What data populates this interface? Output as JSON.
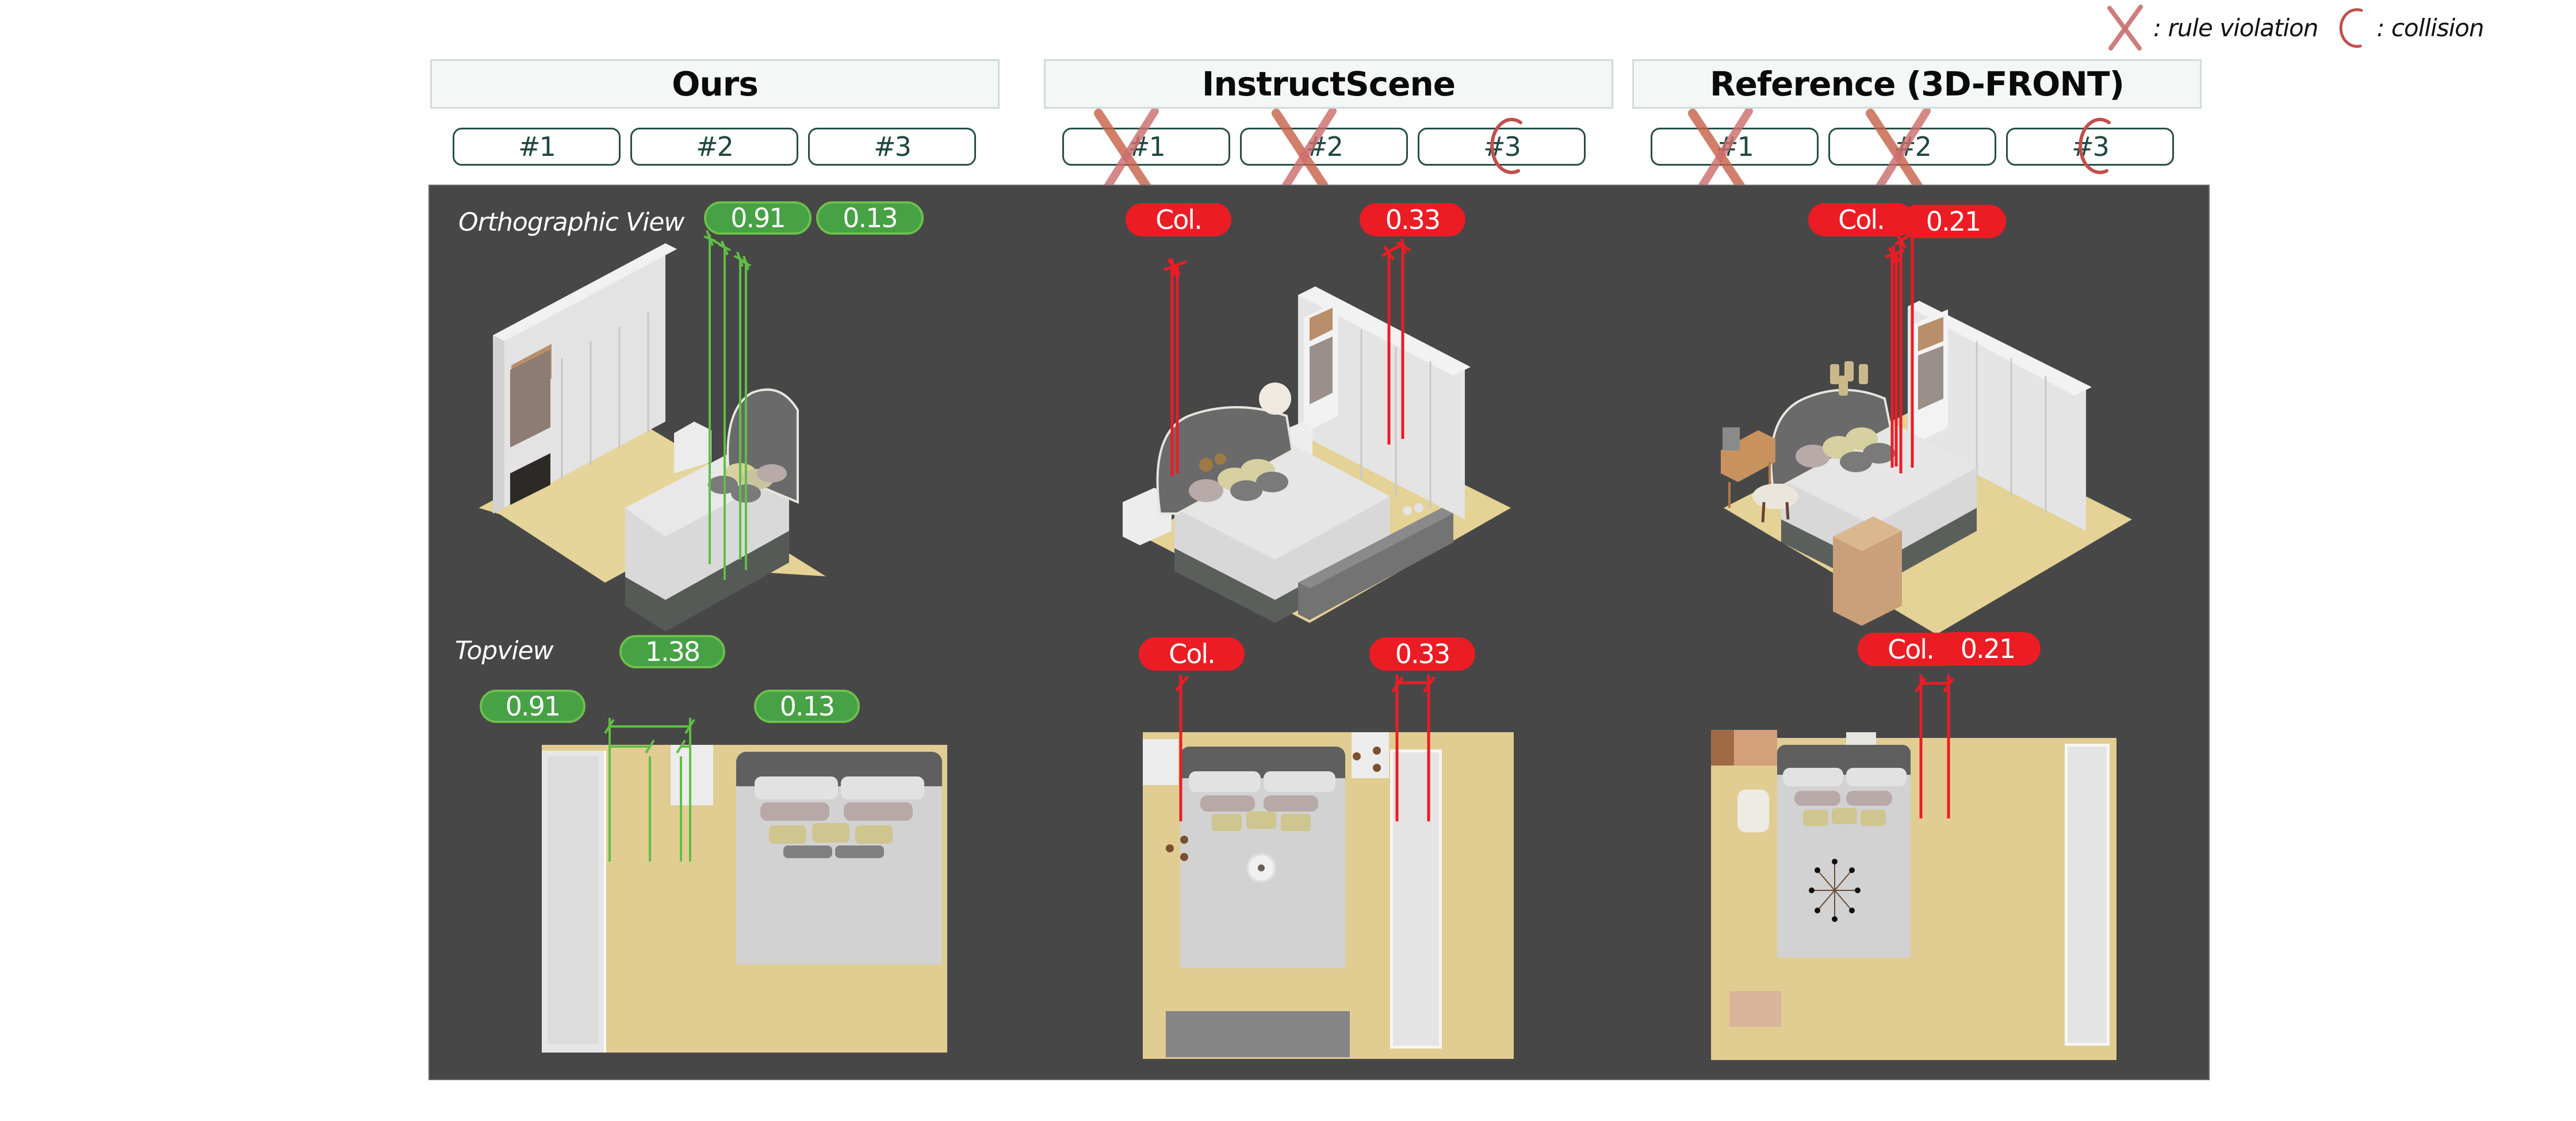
{
  "legend": {
    "rule_violation_label": ": rule violation",
    "collision_label": ": collision",
    "rule_violation_icon": "x-mark-icon",
    "collision_icon": "open-circle-icon",
    "mark_color": "#c95a5a"
  },
  "columns": [
    {
      "title": "Ours",
      "prompts": [
        {
          "label": "#1",
          "mark": "none"
        },
        {
          "label": "#2",
          "mark": "none"
        },
        {
          "label": "#3",
          "mark": "none"
        }
      ],
      "orthographic": {
        "label": "Orthographic View",
        "badges": [
          "0.91",
          "0.13"
        ],
        "color": "green"
      },
      "topview": {
        "label": "Topview",
        "badges": [
          "1.38",
          "0.91",
          "0.13"
        ],
        "color": "green"
      }
    },
    {
      "title": "InstructScene",
      "prompts": [
        {
          "label": "#1",
          "mark": "rule_violation"
        },
        {
          "label": "#2",
          "mark": "rule_violation"
        },
        {
          "label": "#3",
          "mark": "collision"
        }
      ],
      "orthographic": {
        "badges": [
          "Col.",
          "0.33"
        ],
        "color": "red"
      },
      "topview": {
        "badges": [
          "Col.",
          "0.33"
        ],
        "color": "red"
      }
    },
    {
      "title": "Reference (3D-FRONT)",
      "prompts": [
        {
          "label": "#1",
          "mark": "rule_violation"
        },
        {
          "label": "#2",
          "mark": "rule_violation"
        },
        {
          "label": "#3",
          "mark": "collision"
        }
      ],
      "orthographic": {
        "badges": [
          "Col.",
          "0.21"
        ],
        "color": "red"
      },
      "topview": {
        "badges": [
          "Col.",
          "0.21"
        ],
        "color": "red"
      }
    }
  ],
  "colors": {
    "panel_bg": "#474747",
    "good_badge": "#47a145",
    "bad_badge": "#ec1c24",
    "floor": "#e3cf94",
    "header_bg": "#f3f7f6",
    "prompt_border": "#264d47"
  }
}
